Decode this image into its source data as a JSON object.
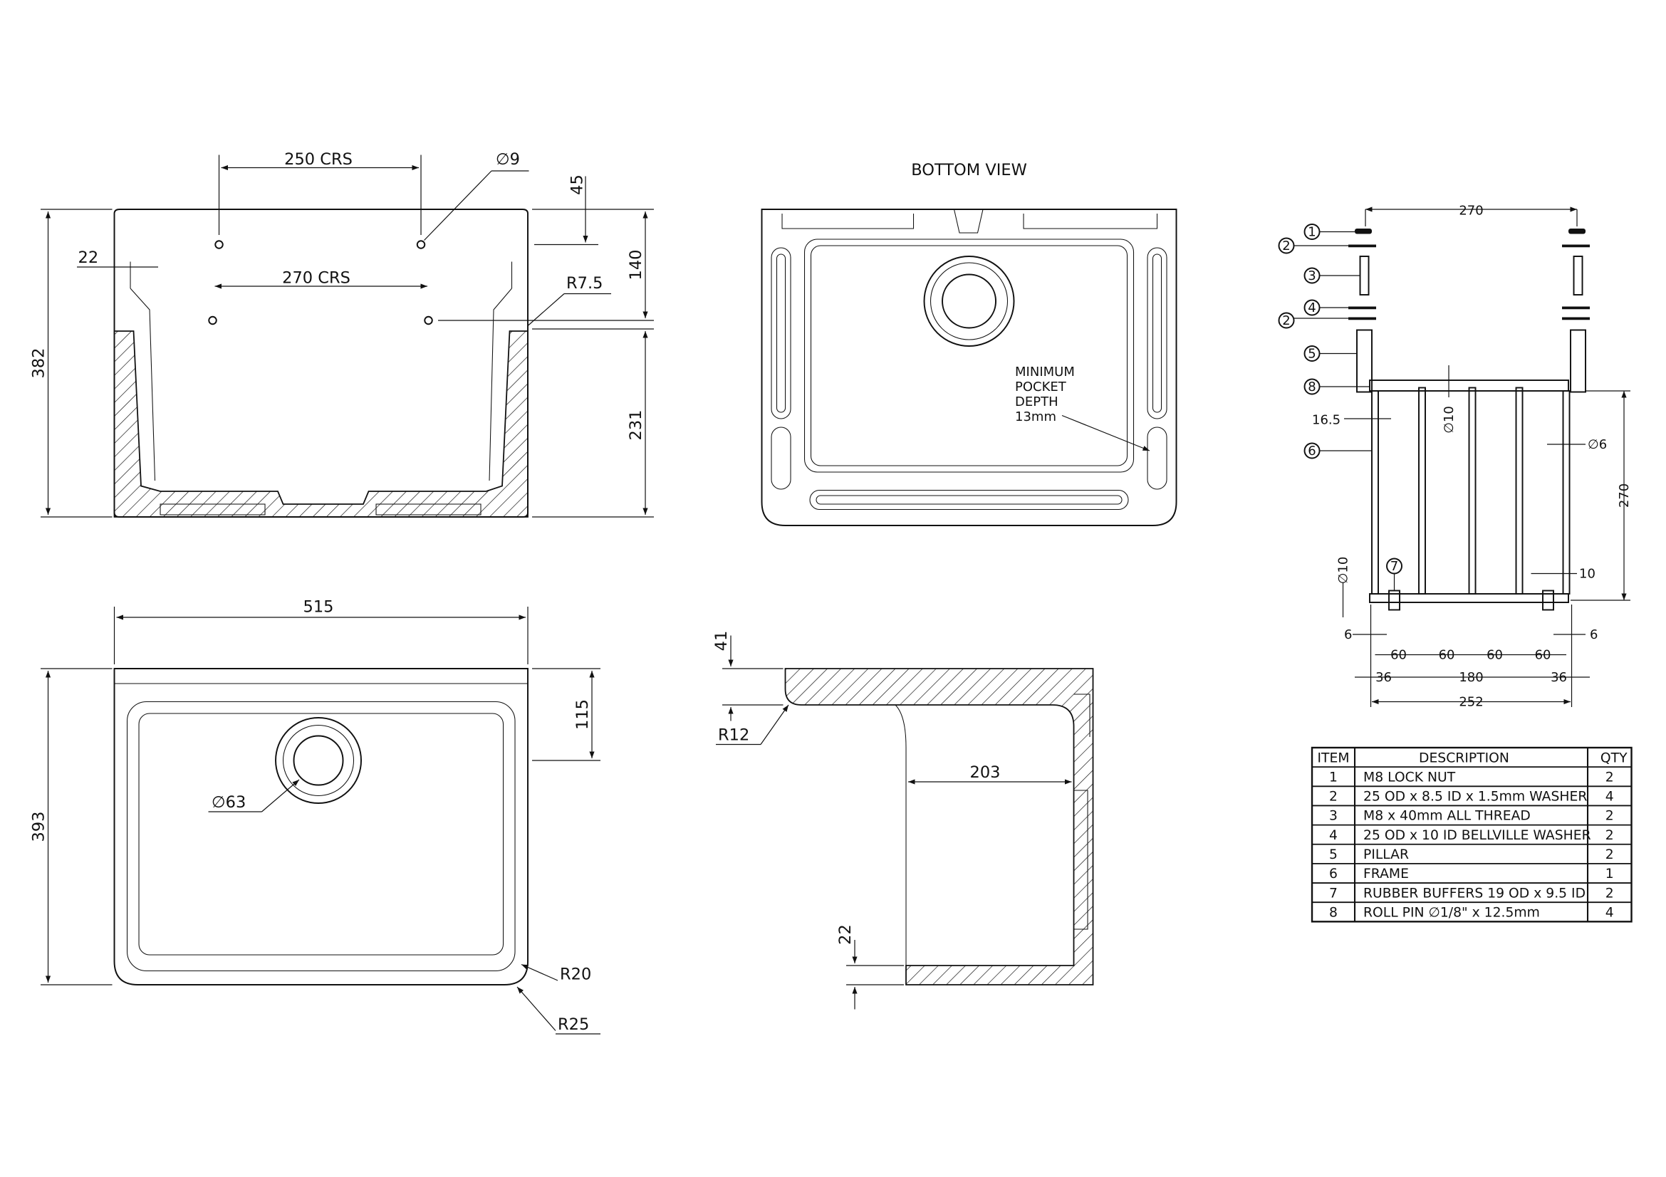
{
  "front_view": {
    "dims": {
      "crs_top": "250 CRS",
      "hole_dia": "∅9",
      "top_offset": "45",
      "rim": "22",
      "crs_bottom": "270 CRS",
      "radius": "R7.5",
      "height": "382",
      "upper_height": "140",
      "lower_height": "231"
    }
  },
  "bottom_view": {
    "title": "BOTTOM VIEW",
    "note": [
      "MINIMUM",
      "POCKET",
      "DEPTH",
      "13mm"
    ]
  },
  "plan_view": {
    "dims": {
      "width": "515",
      "depth": "393",
      "back_ledge": "115",
      "waste_dia": "∅63",
      "inner_radius": "R20",
      "outer_radius": "R25"
    }
  },
  "side_section": {
    "dims": {
      "top": "41",
      "radius": "R12",
      "inner": "203",
      "base": "22"
    }
  },
  "frame_view": {
    "dims": {
      "top_span": "270",
      "pillar_offset": "16.5",
      "bar_dia_top": "∅10",
      "rod_dia": "∅6",
      "height": "270",
      "bar_dia_bottom": "∅10",
      "buffer_width": "10",
      "left_edge": "6",
      "right_edge": "6",
      "spacing": [
        "60",
        "60",
        "60",
        "60"
      ],
      "left_36": "36",
      "center_180": "180",
      "right_36": "36",
      "overall": "252"
    },
    "balloons": [
      "1",
      "2",
      "3",
      "4",
      "2",
      "5",
      "8",
      "6",
      "7"
    ]
  },
  "bom": {
    "headers": [
      "ITEM",
      "DESCRIPTION",
      "QTY"
    ],
    "rows": [
      [
        "1",
        "M8 LOCK NUT",
        "2"
      ],
      [
        "2",
        "25 OD x 8.5 ID x 1.5mm WASHER",
        "4"
      ],
      [
        "3",
        "M8 x 40mm ALL THREAD",
        "2"
      ],
      [
        "4",
        "25 OD x 10 ID BELLVILLE WASHER",
        "2"
      ],
      [
        "5",
        "PILLAR",
        "2"
      ],
      [
        "6",
        "FRAME",
        "1"
      ],
      [
        "7",
        "RUBBER BUFFERS 19 OD x 9.5 ID",
        "2"
      ],
      [
        "8",
        "ROLL PIN ∅1/8\" x 12.5mm",
        "4"
      ]
    ]
  }
}
